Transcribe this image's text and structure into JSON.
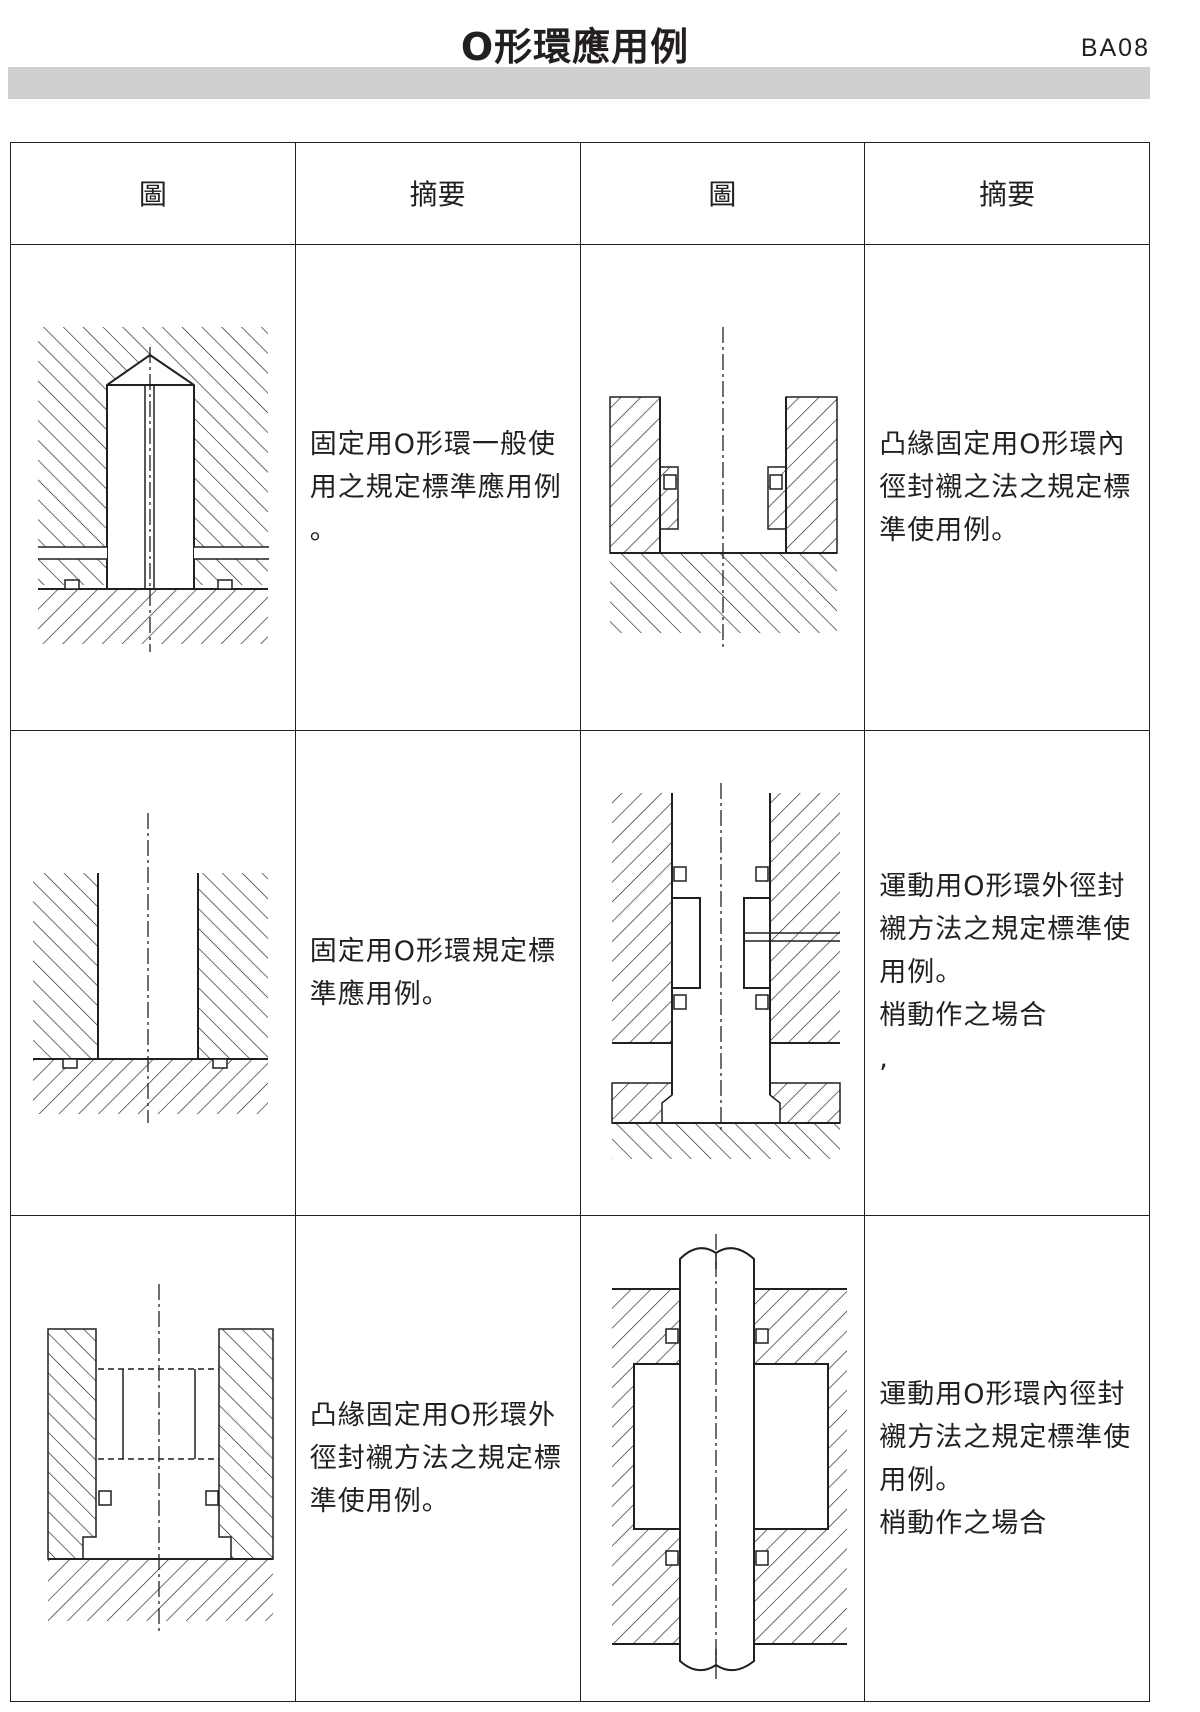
{
  "header": {
    "title": "O形環應用例",
    "code": "BA08"
  },
  "table": {
    "headers": [
      "圖",
      "摘要",
      "圖",
      "摘要"
    ],
    "rows": [
      {
        "left": {
          "figure": "static-seal-general-diagram",
          "lines": [
            "固定用O形環一般使",
            "用之規定標準應用例",
            "。"
          ]
        },
        "right": {
          "figure": "flange-inner-seal-diagram",
          "lines": [
            "凸緣固定用O形環內",
            "徑封襯之法之規定標",
            "準使用例。"
          ]
        }
      },
      {
        "left": {
          "figure": "static-seal-standard-diagram",
          "lines": [
            "固定用O形環規定標",
            "準應用例。"
          ]
        },
        "right": {
          "figure": "dynamic-outer-seal-diagram",
          "lines": [
            "運動用O形環外徑封",
            "襯方法之規定標準使",
            "用例。",
            "梢動作之場合",
            ","
          ]
        }
      },
      {
        "left": {
          "figure": "flange-outer-seal-diagram",
          "lines": [
            "凸緣固定用O形環外",
            "徑封襯方法之規定標",
            "準使用例。"
          ]
        },
        "right": {
          "figure": "dynamic-inner-seal-diagram",
          "lines": [
            "運動用O形環內徑封",
            "襯方法之規定標準使",
            "用例。",
            "梢動作之場合"
          ]
        }
      }
    ]
  }
}
